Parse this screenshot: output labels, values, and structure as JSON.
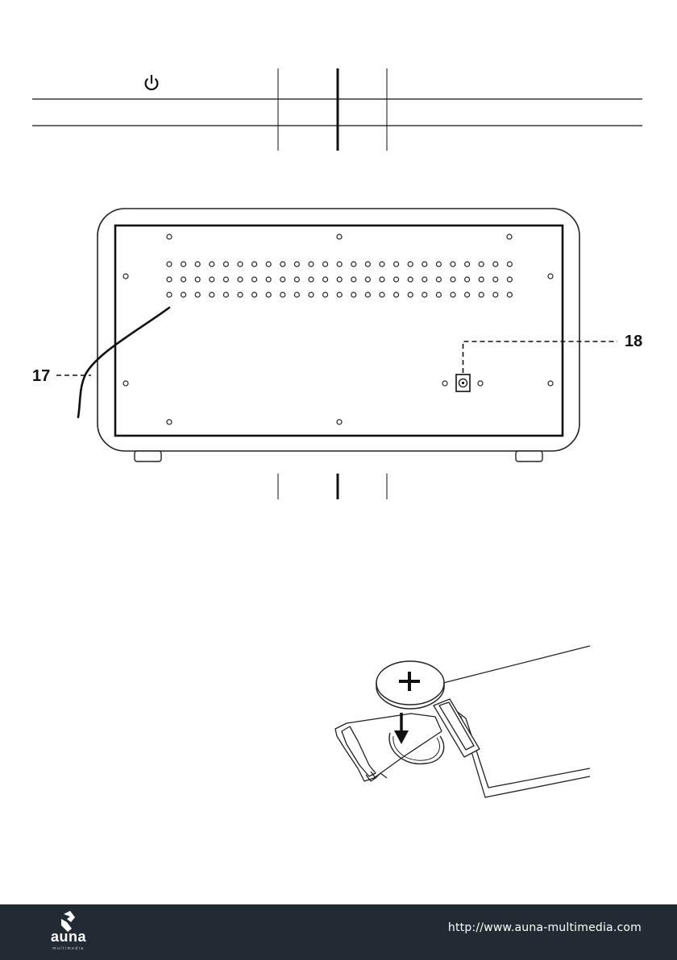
{
  "table": {
    "power_icon": "power-icon"
  },
  "rear_view": {
    "callouts": {
      "antenna": "17",
      "dc_in": "18"
    }
  },
  "footer": {
    "brand": "auna",
    "brand_sub": "multimedia",
    "url": "http://www.auna-multimedia.com",
    "background": "#222a34"
  }
}
